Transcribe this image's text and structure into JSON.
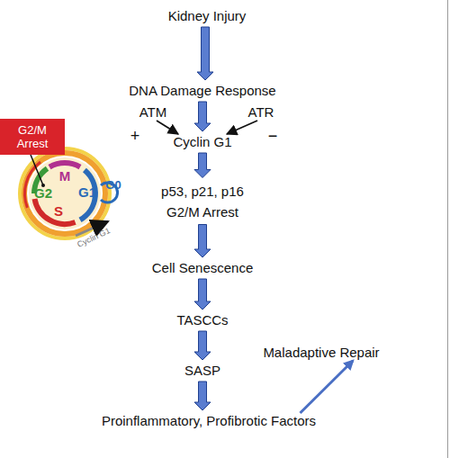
{
  "diagram": {
    "nodes": [
      {
        "text": [
          "Kidney Injury"
        ]
      },
      {
        "text": [
          "DNA Damage Response"
        ]
      },
      {
        "text": [
          "ATM"
        ]
      },
      {
        "text": [
          "ATR"
        ]
      },
      {
        "text": [
          "Cyclin G1"
        ]
      },
      {
        "text": [
          "p53, p21, p16 G2/M Arrest"
        ]
      },
      {
        "text": [
          "Cell Senescence"
        ]
      },
      {
        "text": [
          "TASCCs"
        ]
      },
      {
        "text": [
          "SASP"
        ]
      },
      {
        "text": [
          "Proinflammatory, Profibrotic Factors"
        ]
      },
      {
        "text": [
          "Maladaptive Repair"
        ]
      },
      {
        "text": [
          "G2/M Arrest"
        ]
      }
    ],
    "edges": [
      {
        "from": 0,
        "to": 1,
        "arrow": "to"
      },
      {
        "from": 1,
        "to": 4,
        "arrow": "to"
      },
      {
        "from": 2,
        "to": 4,
        "label": "+",
        "arrow": "to"
      },
      {
        "from": 3,
        "to": 4,
        "label": "−",
        "arrow": "to"
      },
      {
        "from": 4,
        "to": 5,
        "arrow": "to"
      },
      {
        "from": 5,
        "to": 6,
        "arrow": "to"
      },
      {
        "from": 6,
        "to": 7,
        "arrow": "to"
      },
      {
        "from": 7,
        "to": 8,
        "arrow": "to"
      },
      {
        "from": 8,
        "to": 9,
        "arrow": "to"
      },
      {
        "from": 9,
        "to": 10,
        "arrow": "to"
      }
    ],
    "labels": [
      "M",
      "G2",
      "S",
      "G1",
      "G0",
      "Cyclin G1"
    ]
  }
}
